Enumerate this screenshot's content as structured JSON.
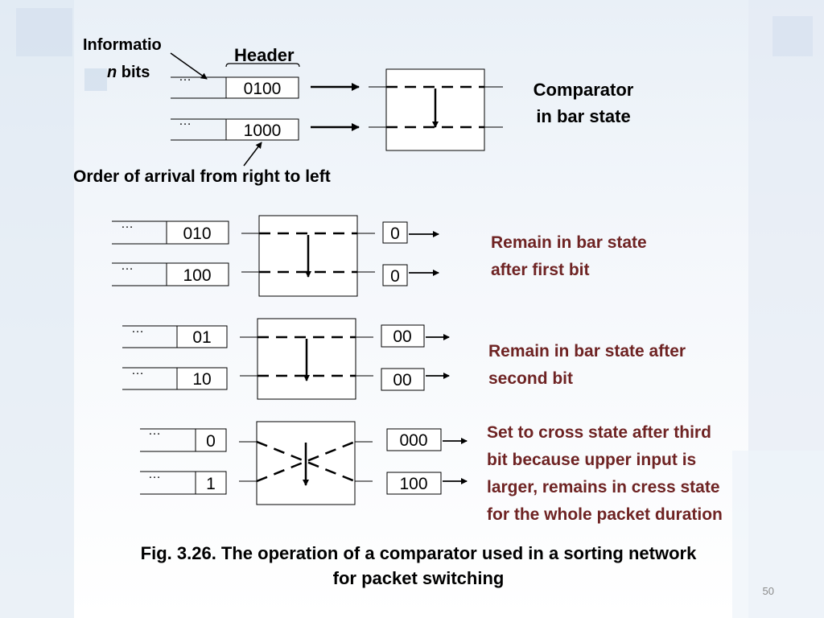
{
  "labels": {
    "info_bits_line1": "Informatio",
    "info_bits_line2_italic": "n",
    "info_bits_line2_rest": " bits",
    "header": "Header",
    "order_of_arrival": "Order of arrival from right to left",
    "comparator_line1": "Comparator",
    "comparator_line2": "in bar state"
  },
  "stage0": {
    "top_bits": "0100",
    "bottom_bits": "1000",
    "dots": "…"
  },
  "stage1": {
    "top_in": "010",
    "bottom_in": "100",
    "top_out": "0",
    "bottom_out": "0",
    "note_line1": "Remain in bar state",
    "note_line2": "after first bit"
  },
  "stage2": {
    "top_in": "01",
    "bottom_in": "10",
    "top_out": "00",
    "bottom_out": "00",
    "note_line1": "Remain in bar state after",
    "note_line2": "second bit"
  },
  "stage3": {
    "top_in": "0",
    "bottom_in": "1",
    "top_out": "000",
    "bottom_out": "100",
    "note_line1": "Set to cross state after third",
    "note_line2": "bit because upper input is",
    "note_line3": "larger, remains in cress state",
    "note_line4": "for the whole packet duration"
  },
  "caption": {
    "line1": "Fig. 3.26. The operation of a comparator used in a sorting network",
    "line2": "for packet switching"
  },
  "slide_number": "50",
  "colors": {
    "note_text": "#6e2323",
    "background": "#e9f0f7"
  }
}
